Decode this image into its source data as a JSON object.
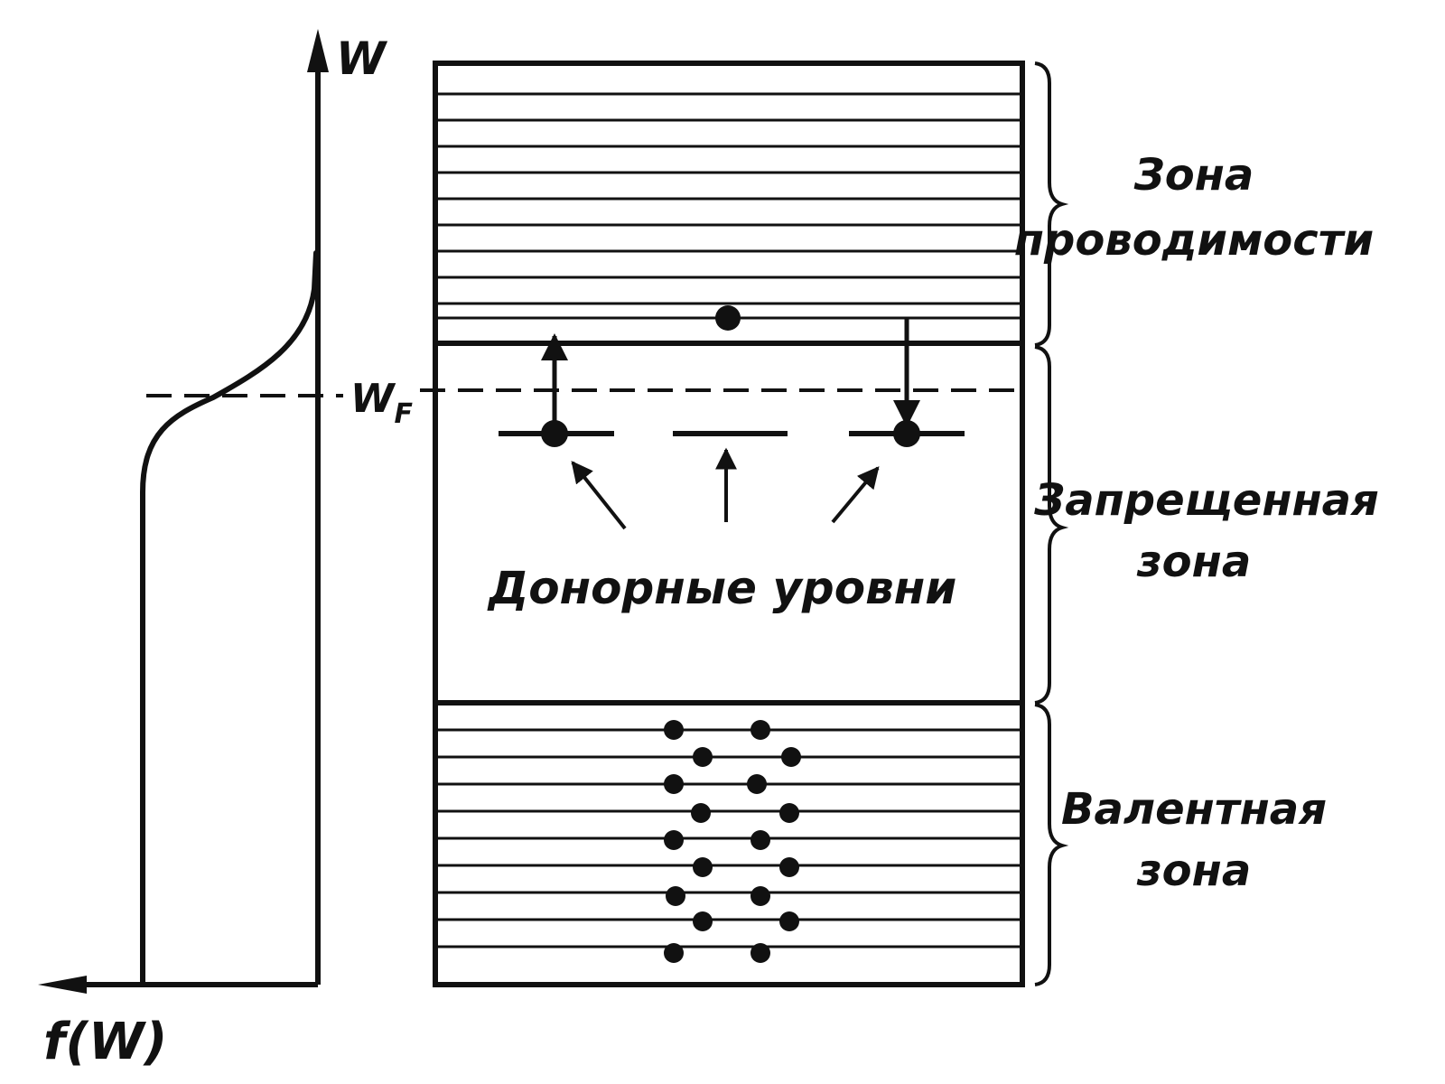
{
  "labels": {
    "energy_axis": "W",
    "fermi_level": "W",
    "fermi_level_subscript": "F",
    "distribution_axis": "f(W)",
    "conduction_band_line1": "Зона",
    "conduction_band_line2": "проводимости",
    "forbidden_band_line1": "Запрещенная",
    "forbidden_band_line2": "зона",
    "valence_band_line1": "Валентная",
    "valence_band_line2": "зона",
    "donor_levels": "Донорные уровни"
  },
  "colors": {
    "ink": "#111111",
    "background": "#ffffff"
  }
}
